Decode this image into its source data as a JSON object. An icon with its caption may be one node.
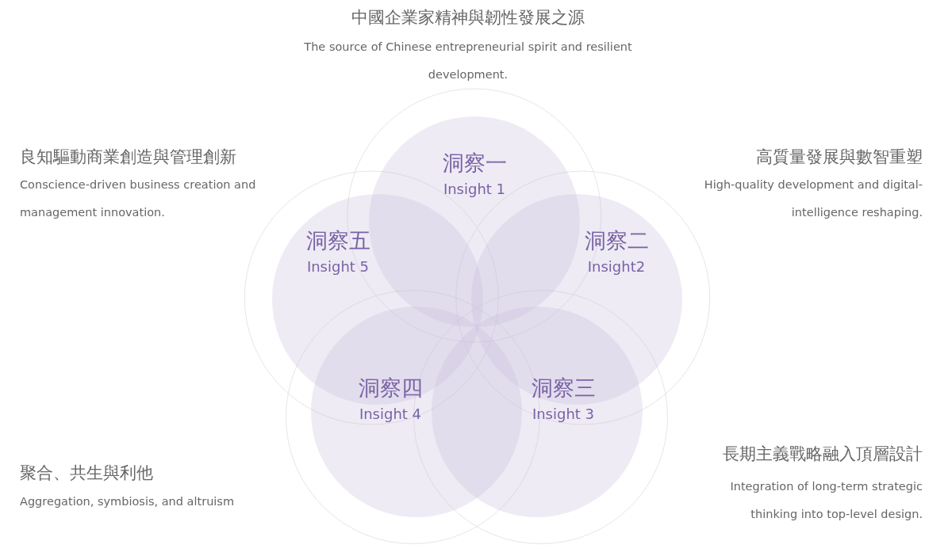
{
  "diagram": {
    "nodes": [
      {
        "text": [
          "洞察一",
          "Insight 1"
        ]
      },
      {
        "text": [
          "洞察五",
          "Insight 5"
        ]
      },
      {
        "text": [
          "洞察二",
          "Insight2"
        ]
      },
      {
        "text": [
          "洞察四",
          "Insight 4"
        ]
      },
      {
        "text": [
          "洞察三",
          "Insight 3"
        ]
      }
    ],
    "labels": [
      "中國企業家精神與韌性發展之源",
      "The source of Chinese entrepreneurial spirit and resilient development.",
      "良知驅動商業創造與管理創新",
      "Conscience-driven business creation and management innovation.",
      "高質量發展與數智重塑",
      "High-quality development and digital-intelligence reshaping.",
      "聚合、共生與利他",
      "Aggregation, symbiosis, and altruism",
      "長期主義戰略融入頂層設計",
      "Integration of long-term strategic thinking into top-level design."
    ]
  }
}
